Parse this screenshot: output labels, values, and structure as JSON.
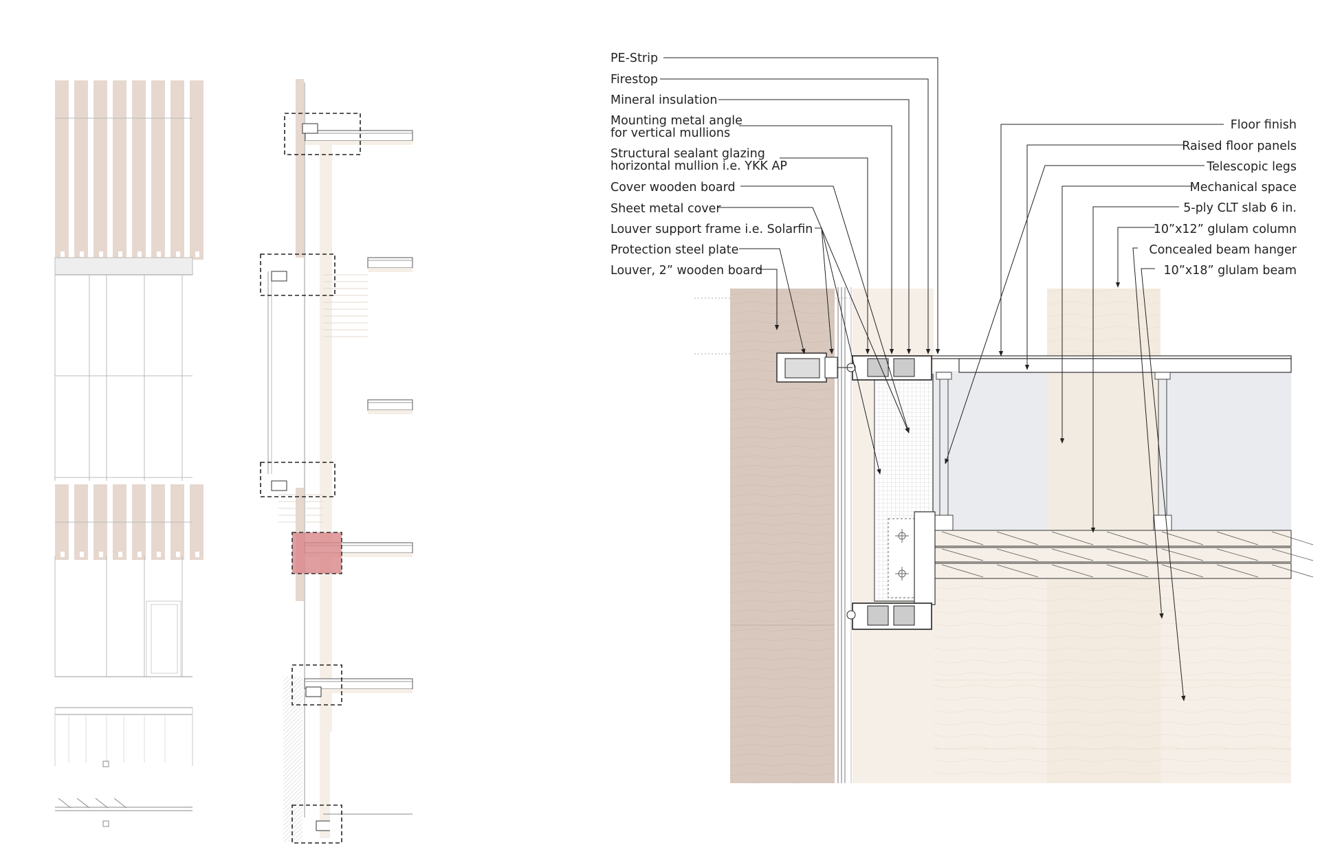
{
  "labels_left": [
    {
      "key": "pe_strip",
      "text": "PE-Strip"
    },
    {
      "key": "firestop",
      "text": "Firestop"
    },
    {
      "key": "mineral_insulation",
      "text": "Mineral insulation"
    },
    {
      "key": "mounting_angle_1",
      "text": "Mounting metal angle"
    },
    {
      "key": "mounting_angle_2",
      "text": "for vertical mullions"
    },
    {
      "key": "structural_sealant_1",
      "text": "Structural sealant glazing"
    },
    {
      "key": "structural_sealant_2",
      "text": "horizontal mullion i.e. YKK AP"
    },
    {
      "key": "cover_wooden_board",
      "text": "Cover wooden board"
    },
    {
      "key": "sheet_metal_cover",
      "text": "Sheet metal cover"
    },
    {
      "key": "louver_support",
      "text": "Louver support frame i.e. Solarfin"
    },
    {
      "key": "protection_plate",
      "text": "Protection steel plate"
    },
    {
      "key": "louver_board",
      "text": "Louver, 2” wooden board"
    }
  ],
  "labels_right": [
    {
      "key": "floor_finish",
      "text": "Floor finish"
    },
    {
      "key": "raised_floor",
      "text": "Raised floor panels"
    },
    {
      "key": "telescopic_legs",
      "text": "Telescopic legs"
    },
    {
      "key": "mechanical_space",
      "text": "Mechanical space"
    },
    {
      "key": "clt_slab",
      "text": "5-ply CLT slab 6 in."
    },
    {
      "key": "glulam_column",
      "text": "10”x12” glulam column"
    },
    {
      "key": "beam_hanger",
      "text": "Concealed beam hanger"
    },
    {
      "key": "glulam_beam",
      "text": "10”x18” glulam beam"
    }
  ],
  "colors": {
    "louver_wood": "#e6d8cf",
    "dark_wood": "#d8c8bd",
    "light_wood": "#f6efe7",
    "column_wood": "#f3ebdf",
    "highlight": "#d9868a",
    "line": "#333333",
    "mech_space": "#e9ebee"
  }
}
